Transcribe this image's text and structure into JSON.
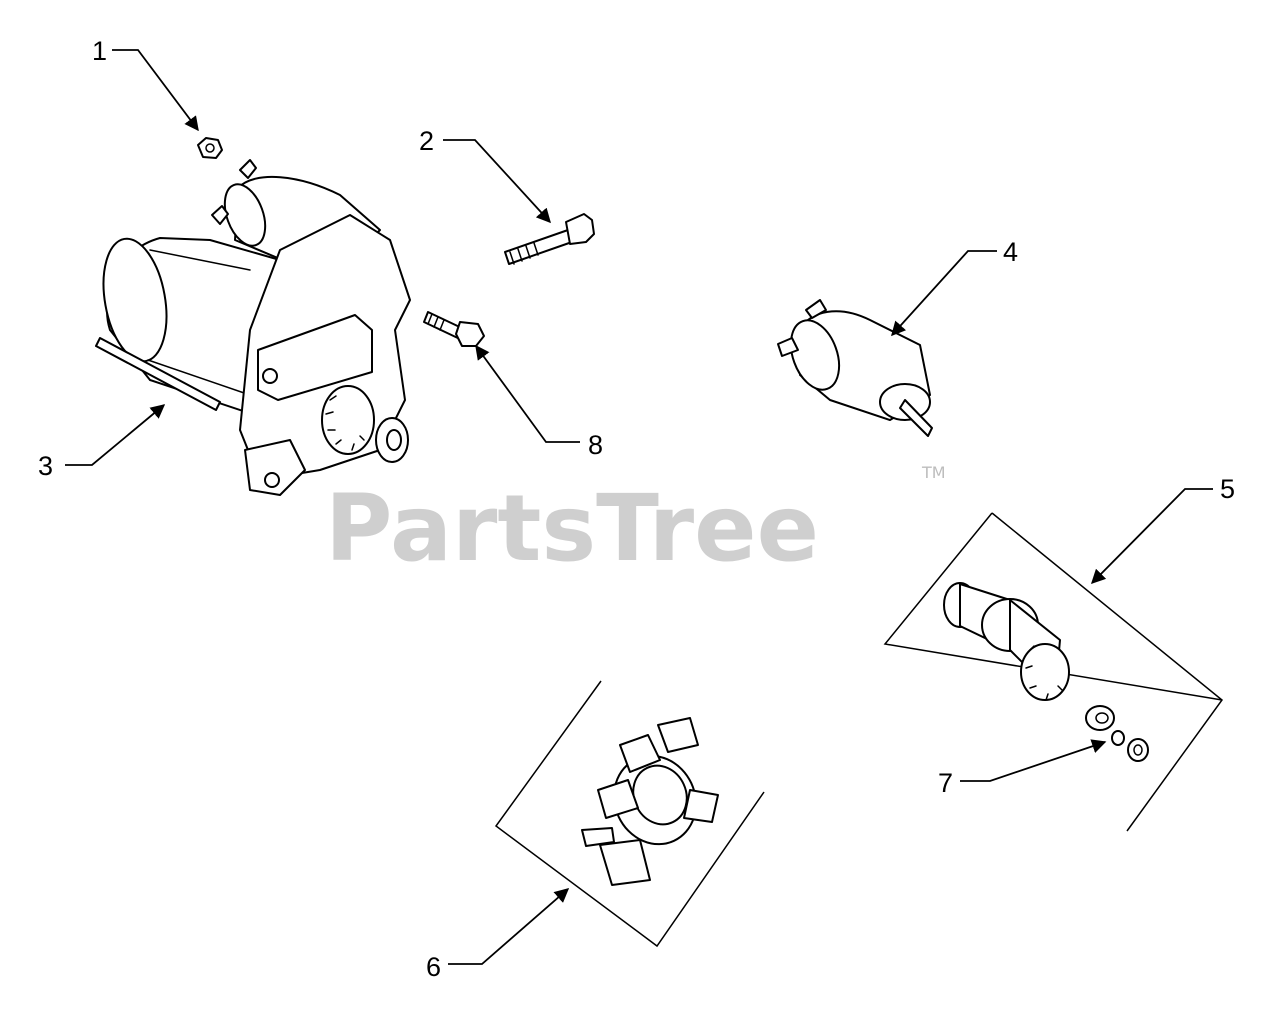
{
  "watermark": {
    "brand": "PartsTree",
    "trademark": "TM"
  },
  "callouts": [
    {
      "id": "1",
      "label": "1"
    },
    {
      "id": "2",
      "label": "2"
    },
    {
      "id": "3",
      "label": "3"
    },
    {
      "id": "4",
      "label": "4"
    },
    {
      "id": "5",
      "label": "5"
    },
    {
      "id": "6",
      "label": "6"
    },
    {
      "id": "7",
      "label": "7"
    },
    {
      "id": "8",
      "label": "8"
    }
  ]
}
